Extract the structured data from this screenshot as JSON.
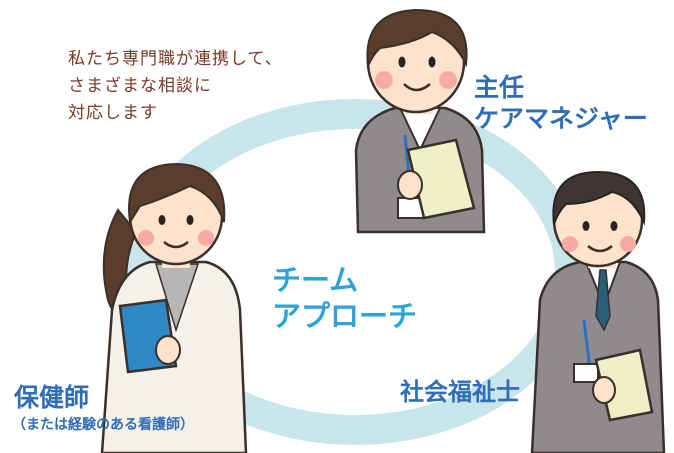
{
  "intro": "私たち専門職が連携して、\nさまざまな相談に\n対応します",
  "center_label": "チーム\nアプローチ",
  "roles": {
    "care_manager": "主任\nケアマネジャー",
    "social_worker": "社会福祉士",
    "public_health_nurse": "保健師",
    "public_health_nurse_note": "（または経験のある看護師）"
  },
  "colors": {
    "ring": "#c8e5ec",
    "role_text": "#2f6db6",
    "center_text": "#2ea3d6",
    "intro_text": "#7a3a26",
    "suit": "#8e8a8d",
    "coat": "#f3f1ea",
    "skin": "#fde3cc",
    "hair": "#5a3e2b"
  },
  "figures": [
    "care-manager-figure",
    "social-worker-figure",
    "public-health-nurse-figure"
  ]
}
